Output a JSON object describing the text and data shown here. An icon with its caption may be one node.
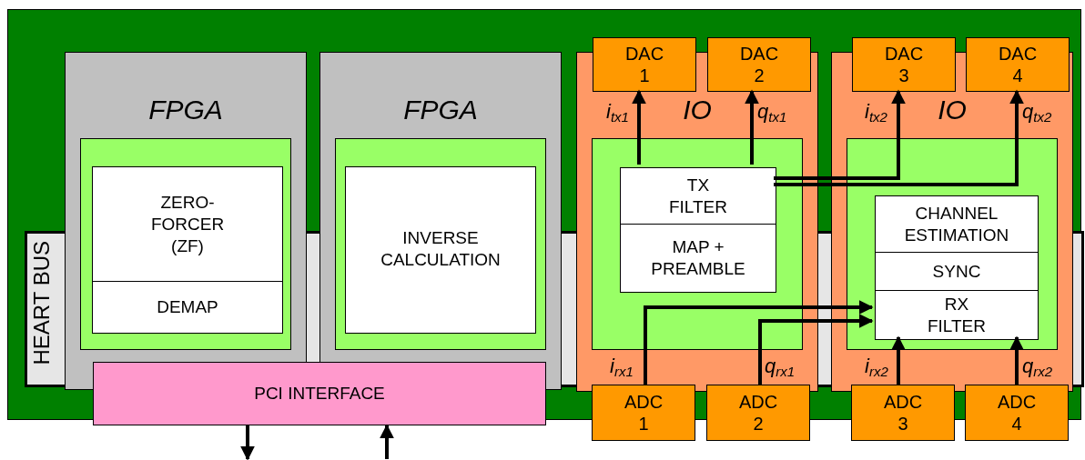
{
  "diagram": {
    "nodes": [
      {
        "text": [],
        "shape": "box"
      },
      {
        "text": [
          "HEART BUS"
        ],
        "in": 0
      },
      {
        "text": [
          "FPGA"
        ],
        "in": 0
      },
      {
        "text": [],
        "shape": "box",
        "in": 2
      },
      {
        "text": [
          "ZERO-FORCER (ZF)"
        ],
        "in": 3
      },
      {
        "text": [
          "DEMAP"
        ],
        "in": 3
      },
      {
        "text": [
          "FPGA"
        ],
        "in": 0
      },
      {
        "text": [],
        "shape": "box",
        "in": 6
      },
      {
        "text": [
          "INVERSE CALCULATION"
        ],
        "in": 7
      },
      {
        "text": [
          "IO"
        ],
        "in": 0
      },
      {
        "text": [],
        "shape": "box",
        "in": 9
      },
      {
        "text": [
          "TX FILTER"
        ],
        "in": 10
      },
      {
        "text": [
          "MAP + PREAMBLE"
        ],
        "in": 10
      },
      {
        "text": [
          "IO"
        ],
        "in": 0
      },
      {
        "text": [],
        "shape": "box",
        "in": 13
      },
      {
        "text": [
          "CHANNEL ESTIMATION"
        ],
        "in": 14
      },
      {
        "text": [
          "SYNC"
        ],
        "in": 14
      },
      {
        "text": [
          "RX FILTER"
        ],
        "in": 14
      },
      {
        "text": [
          "DAC 1"
        ],
        "in": 0
      },
      {
        "text": [
          "DAC 2"
        ],
        "in": 0
      },
      {
        "text": [
          "DAC 3"
        ],
        "in": 0
      },
      {
        "text": [
          "DAC 4"
        ],
        "in": 0
      },
      {
        "text": [
          "PCI INTERFACE"
        ]
      },
      {
        "text": [
          "ADC 1"
        ]
      },
      {
        "text": [
          "ADC 2"
        ]
      },
      {
        "text": [
          "ADC 3"
        ]
      },
      {
        "text": [
          "ADC 4"
        ]
      },
      {
        "text": [],
        "shape": "bar",
        "in": 0
      },
      {
        "text": [],
        "shape": "bar",
        "in": 0
      },
      {
        "text": [],
        "shape": "bar",
        "in": 0
      },
      {
        "text": [],
        "shape": "bar",
        "in": 0
      }
    ],
    "edges": [
      {
        "from": 11,
        "to": 18,
        "arrow": "to",
        "label": "i$_{tx1}$"
      },
      {
        "from": 11,
        "to": 19,
        "arrow": "to",
        "label": "q$_{tx1}$"
      },
      {
        "from": 11,
        "to": 20,
        "arrow": "to",
        "label": "i$_{tx2}$"
      },
      {
        "from": 11,
        "to": 21,
        "arrow": "to",
        "label": "q$_{tx2}$"
      },
      {
        "from": 23,
        "to": 17,
        "arrow": "to",
        "label": "i$_{rx1}$"
      },
      {
        "from": 24,
        "to": 17,
        "arrow": "to",
        "label": "q$_{rx1}$"
      },
      {
        "from": 25,
        "to": 17,
        "arrow": "to",
        "label": "i$_{rx2}$"
      },
      {
        "from": 26,
        "to": 17,
        "arrow": "to",
        "label": "q$_{rx2}$"
      },
      {
        "from": 22,
        "to": null,
        "arrow": "to"
      },
      {
        "from": null,
        "to": 22,
        "arrow": "to"
      }
    ]
  }
}
